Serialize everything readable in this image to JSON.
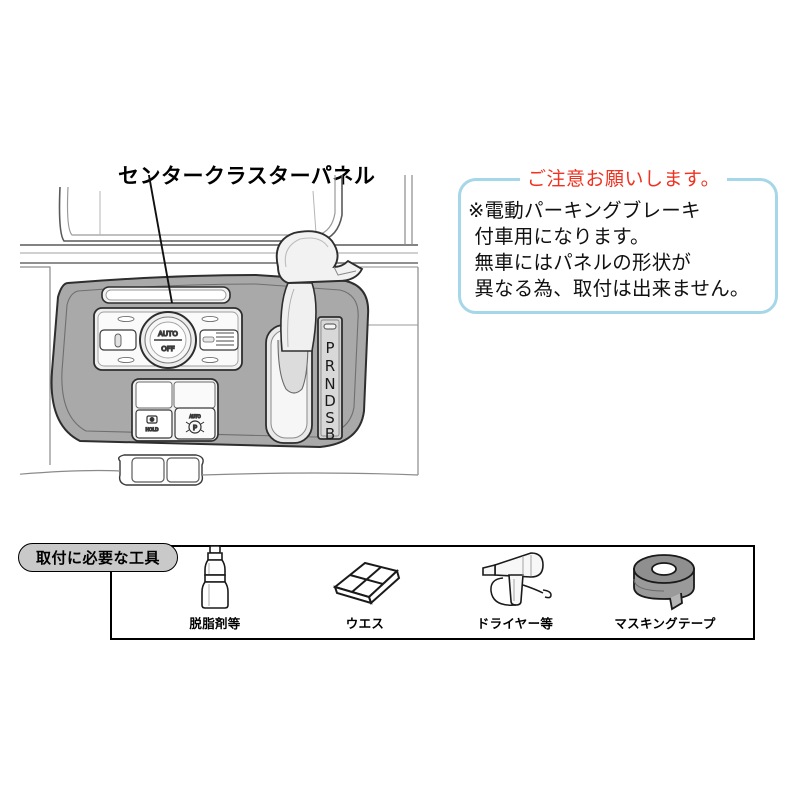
{
  "callout": {
    "label": "センタークラスターパネル"
  },
  "notice": {
    "title": "ご注意お願いします。",
    "body": "※電動パーキングブレーキ\n 付車用になります。\n 無車にはパネルの形状が\n 異なる為、取付は出来ません。",
    "border_color": "#a5d7e8",
    "title_color": "#ee3322"
  },
  "illustration": {
    "climate_dial": {
      "auto_label": "AUTO",
      "off_label": "OFF"
    },
    "gear_indicator": {
      "positions": [
        "P",
        "R",
        "N",
        "D",
        "S",
        "B"
      ]
    },
    "switches": [
      {
        "name": "hold-switch",
        "label": "HOLD"
      },
      {
        "name": "electric-parking-brake-switch",
        "label": "P"
      }
    ],
    "panel_color": "#a9a9a9",
    "trim_color": "#8c8c8c"
  },
  "tools": {
    "section_label": "取付に必要な工具",
    "items": [
      {
        "icon": "spray-bottle-icon",
        "caption": "脱脂剤等"
      },
      {
        "icon": "cloth-icon",
        "caption": "ウエス"
      },
      {
        "icon": "hair-dryer-icon",
        "caption": "ドライヤー等"
      },
      {
        "icon": "masking-tape-icon",
        "caption": "マスキングテープ"
      }
    ]
  }
}
